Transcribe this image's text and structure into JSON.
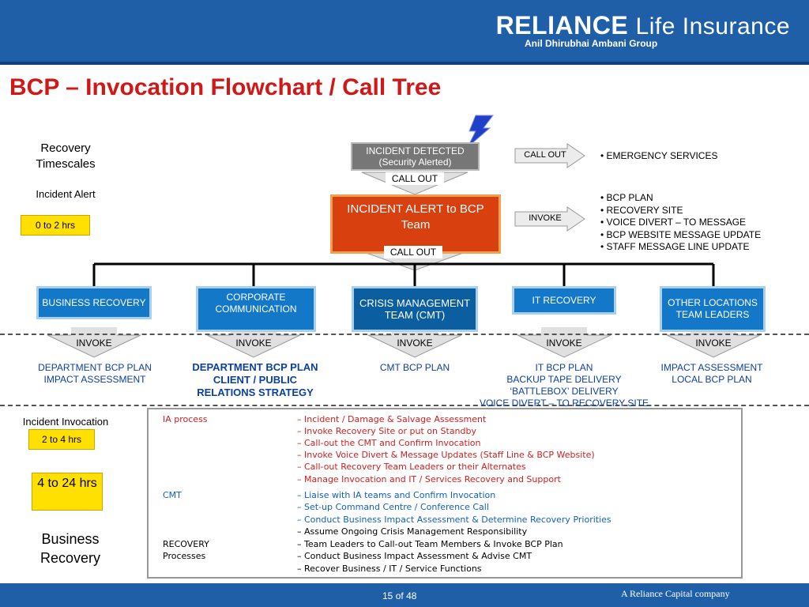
{
  "header": {
    "brand_name": "RELIANCE",
    "brand_suffix": "Life Insurance",
    "brand_sub": "Anil Dhirubhai Ambani Group"
  },
  "title": "BCP – Invocation Flowchart / Call Tree",
  "left": {
    "recovery_timescales": "Recovery Timescales",
    "incident_alert": "Incident Alert",
    "alert_time": "0 to 2 hrs",
    "incident_invocation": "Incident Invocation",
    "invocation_time": "2 to 4 hrs",
    "recovery_time": "4 to 24 hrs",
    "business_recovery": "Business Recovery"
  },
  "top": {
    "incident_detected": "INCIDENT DETECTED (Security Alerted)",
    "call_out_1": "CALL OUT",
    "call_out_right": "CALL OUT",
    "emergency": "• EMERGENCY SERVICES",
    "incident_alert_box": "INCIDENT ALERT to BCP Team",
    "invoke_right": "INVOKE",
    "call_out_2": "CALL OUT",
    "bcp_items": [
      "• BCP PLAN",
      "• RECOVERY SITE",
      "• VOICE DIVERT – TO MESSAGE",
      "• BCP WEBSITE MESSAGE UPDATE",
      "• STAFF MESSAGE LINE UPDATE"
    ]
  },
  "teams": [
    {
      "name": "BUSINESS RECOVERY",
      "invoke": "INVOKE",
      "desc": [
        "DEPARTMENT BCP PLAN",
        "IMPACT ASSESSMENT"
      ]
    },
    {
      "name": "CORPORATE COMMUNICATION",
      "invoke": "INVOKE",
      "desc": [
        "DEPARTMENT BCP PLAN",
        "CLIENT / PUBLIC",
        "RELATIONS STRATEGY"
      ]
    },
    {
      "name": "CRISIS MANAGEMENT TEAM (CMT)",
      "invoke": "INVOKE",
      "desc": [
        "CMT BCP PLAN"
      ]
    },
    {
      "name": "IT RECOVERY",
      "invoke": "INVOKE",
      "desc": [
        "IT BCP PLAN",
        "BACKUP TAPE DELIVERY",
        "‘BATTLEBOX’ DELIVERY",
        "VOICE DIVERT – TO RECOVERY SITE"
      ]
    },
    {
      "name": "OTHER LOCATIONS TEAM LEADERS",
      "invoke": "INVOKE",
      "desc": [
        "IMPACT ASSESSMENT",
        "LOCAL BCP PLAN"
      ]
    }
  ],
  "process": {
    "ia_label": "IA process",
    "ia_lines": [
      "– Incident / Damage & Salvage Assessment",
      "– Invoke Recovery Site or put on Standby",
      "– Call-out the CMT and Confirm Invocation",
      "– Invoke Voice Divert & Message Updates (Staff Line & BCP Website)",
      "– Call-out Recovery Team Leaders or their Alternates",
      "– Manage Invocation and IT / Services Recovery and Support"
    ],
    "cmt_label": "CMT",
    "cmt_lines": [
      "– Liaise with IA teams and Confirm Invocation",
      "– Set-up Command Centre / Conference Call",
      "– Conduct Business Impact Assessment & Determine Recovery Priorities",
      "– Assume Ongoing Crisis Management Responsibility"
    ],
    "recovery_label": "RECOVERY",
    "processes_label": "Processes",
    "recovery_lines": [
      "– Team Leaders to Call-out Team Members & Invoke BCP Plan",
      "– Conduct Business Impact Assessment & Advise CMT",
      "– Recover Business / IT / Service Functions"
    ]
  },
  "footer": {
    "page_current": "15",
    "page_of": "of",
    "page_total": "48",
    "company": "A Reliance Capital company"
  },
  "colors": {
    "header_blue": "#1f5fa8",
    "title_red": "#d01818",
    "alert_orange": "#d84010",
    "team_blue": "#1478c8",
    "highlight_yellow": "#ffe000"
  },
  "icons": [
    "lightning-icon",
    "arrow-right-icon",
    "arrow-down-icon"
  ]
}
